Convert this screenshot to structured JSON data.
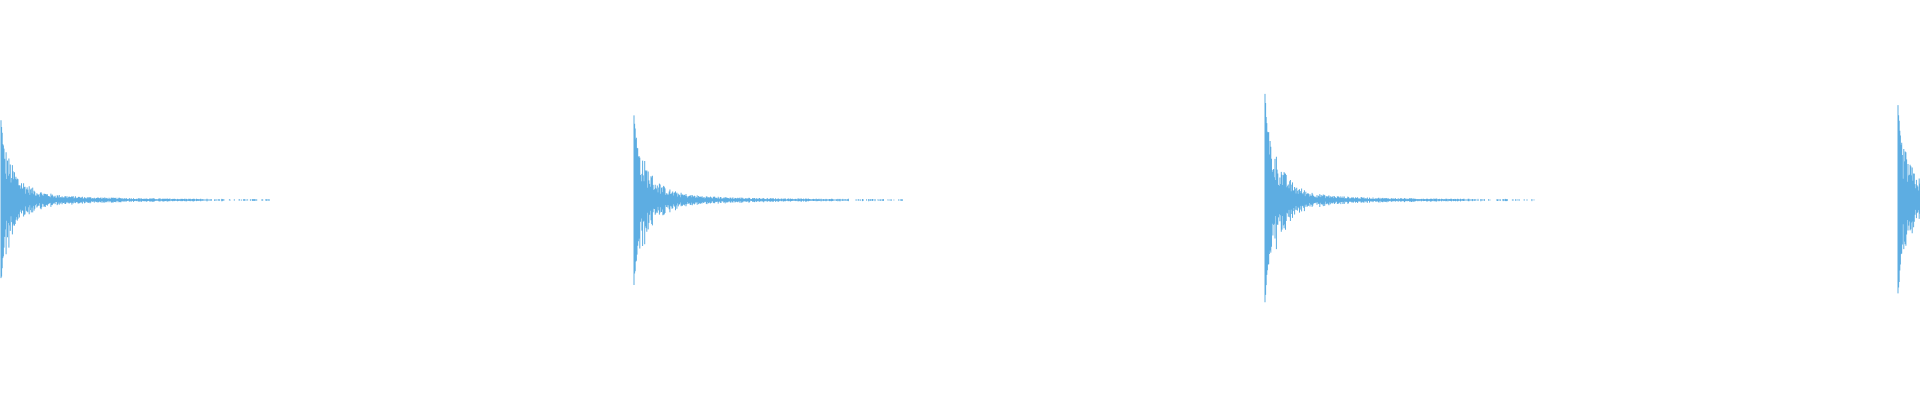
{
  "waveform": {
    "color": "#5dade2",
    "background": "#ffffff",
    "transient_count": 4,
    "transients": [
      {
        "onset": 0.0,
        "peak_amplitude": 0.84
      },
      {
        "onset": 0.33,
        "peak_amplitude": 0.93
      },
      {
        "onset": 0.659,
        "peak_amplitude": 1.15
      },
      {
        "onset": 0.989,
        "peak_amplitude": 0.95
      }
    ]
  }
}
